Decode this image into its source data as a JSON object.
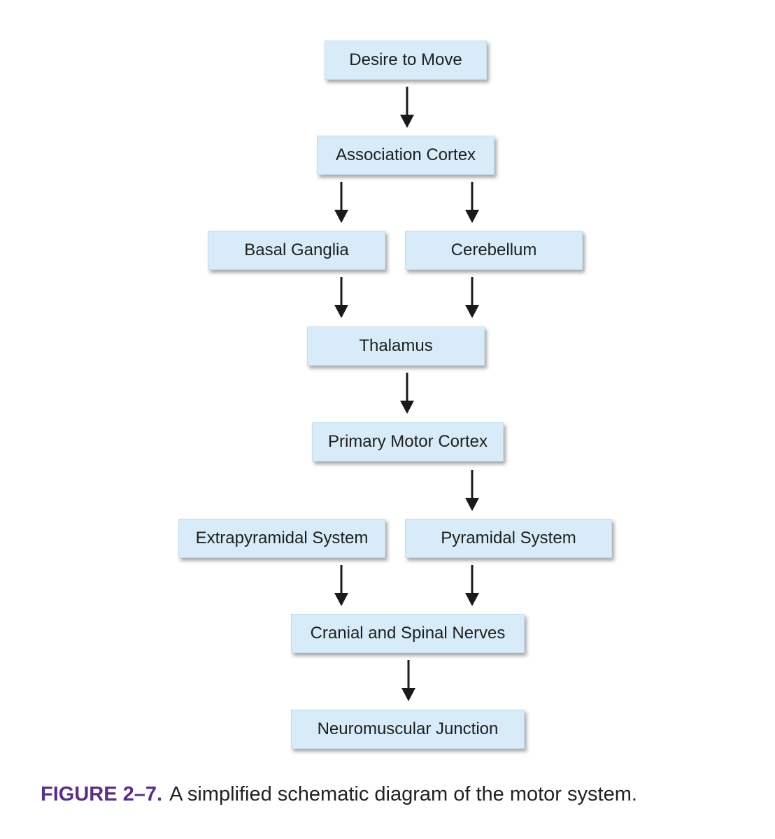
{
  "nodes": {
    "desire_to_move": "Desire to Move",
    "association_cortex": "Association Cortex",
    "basal_ganglia": "Basal Ganglia",
    "cerebellum": "Cerebellum",
    "thalamus": "Thalamus",
    "primary_motor_cortex": "Primary Motor Cortex",
    "extrapyramidal_system": "Extrapyramidal System",
    "pyramidal_system": "Pyramidal System",
    "cranial_spinal_nerves": "Cranial and Spinal Nerves",
    "neuromuscular_junction": "Neuromuscular Junction"
  },
  "caption": {
    "label": "FIGURE 2–7.",
    "text": "A simplified schematic diagram of the motor system."
  },
  "colors": {
    "box_fill": "#d7ecf8",
    "arrow": "#1a1a1a",
    "caption_label": "#5b2d85"
  }
}
